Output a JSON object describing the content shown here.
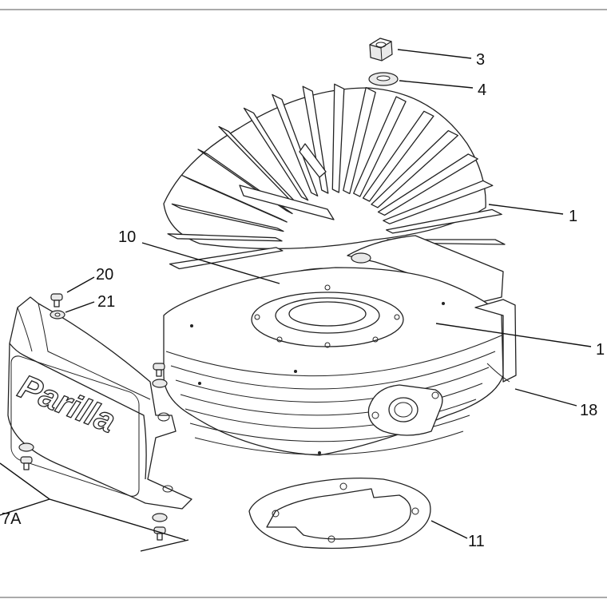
{
  "diagram": {
    "callouts": {
      "nut": "3",
      "washer": "4",
      "cylinder_head": "1",
      "cylinder": "1",
      "cylinder_cover": "18",
      "gasket_top": "10",
      "screw": "20",
      "screw_washer": "21",
      "cover_assembly": "7A",
      "base_gasket": "11"
    },
    "logo_text": "Parilla"
  }
}
